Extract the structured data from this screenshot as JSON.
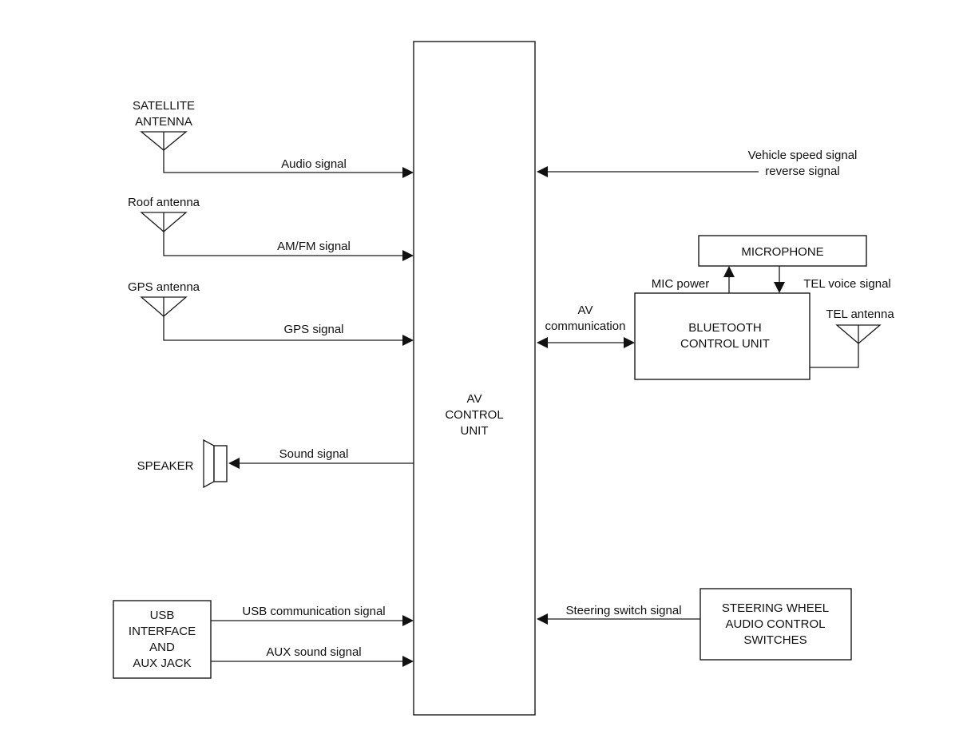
{
  "antennas": {
    "satellite": {
      "line1": "SATELLITE",
      "line2": "ANTENNA"
    },
    "roof": "Roof antenna",
    "gps": "GPS antenna",
    "tel": "TEL antenna"
  },
  "signals": {
    "audio": "Audio signal",
    "amfm": "AM/FM signal",
    "gps": "GPS signal",
    "sound": "Sound signal",
    "usb_comm": "USB communication signal",
    "aux_sound": "AUX sound signal",
    "vehicle_speed": {
      "line1": "Vehicle speed signal",
      "line2": "reverse signal"
    },
    "av_comm": {
      "line1": "AV",
      "line2": "communication"
    },
    "mic_power": "MIC power",
    "tel_voice": "TEL voice signal",
    "steering_switch": "Steering switch signal"
  },
  "components": {
    "av_control_unit": {
      "line1": "AV",
      "line2": "CONTROL",
      "line3": "UNIT"
    },
    "speaker": "SPEAKER",
    "usb_box": {
      "line1": "USB",
      "line2": "INTERFACE",
      "line3": "AND",
      "line4": "AUX JACK"
    },
    "microphone": "MICROPHONE",
    "bluetooth": {
      "line1": "BLUETOOTH",
      "line2": "CONTROL UNIT"
    },
    "steering": {
      "line1": "STEERING WHEEL",
      "line2": "AUDIO CONTROL",
      "line3": "SWITCHES"
    }
  }
}
